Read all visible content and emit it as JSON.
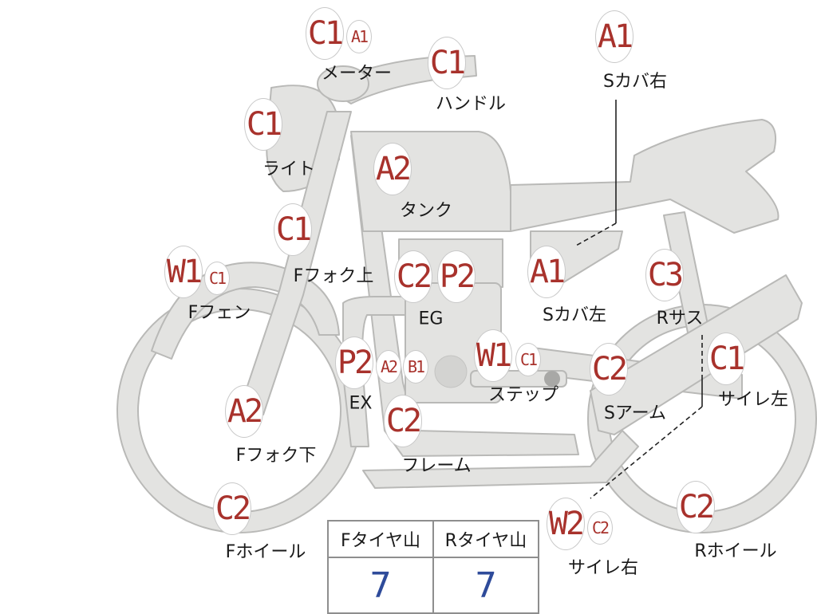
{
  "parts": [
    {
      "id": "meter",
      "label": "メーター",
      "badges": [
        {
          "grade": "C1",
          "size": "big"
        },
        {
          "grade": "A1",
          "size": "sm"
        }
      ]
    },
    {
      "id": "handle",
      "label": "ハンドル",
      "badges": [
        {
          "grade": "C1",
          "size": "big"
        }
      ]
    },
    {
      "id": "side-cover-right",
      "label": "Sカバ右",
      "badges": [
        {
          "grade": "A1",
          "size": "big"
        }
      ]
    },
    {
      "id": "light",
      "label": "ライト",
      "badges": [
        {
          "grade": "C1",
          "size": "big"
        }
      ]
    },
    {
      "id": "tank",
      "label": "タンク",
      "badges": [
        {
          "grade": "A2",
          "size": "big"
        }
      ]
    },
    {
      "id": "fork-upper",
      "label": "Fフォク上",
      "badges": [
        {
          "grade": "C1",
          "size": "big"
        }
      ]
    },
    {
      "id": "engine",
      "label": "EG",
      "badges": [
        {
          "grade": "C2",
          "size": "big"
        },
        {
          "grade": "P2",
          "size": "big"
        }
      ]
    },
    {
      "id": "side-cover-left",
      "label": "Sカバ左",
      "badges": [
        {
          "grade": "A1",
          "size": "big"
        }
      ]
    },
    {
      "id": "rear-suspension",
      "label": "Rサス",
      "badges": [
        {
          "grade": "C3",
          "size": "big"
        }
      ]
    },
    {
      "id": "front-fender",
      "label": "Fフェン",
      "badges": [
        {
          "grade": "W1",
          "size": "big"
        },
        {
          "grade": "C1",
          "size": "sm"
        }
      ]
    },
    {
      "id": "exhaust",
      "label": "EX",
      "badges": [
        {
          "grade": "P2",
          "size": "big"
        },
        {
          "grade": "A2",
          "size": "sm"
        },
        {
          "grade": "B1",
          "size": "sm"
        }
      ]
    },
    {
      "id": "step",
      "label": "ステップ",
      "badges": [
        {
          "grade": "W1",
          "size": "big"
        },
        {
          "grade": "C1",
          "size": "sm"
        }
      ]
    },
    {
      "id": "swing-arm",
      "label": "Sアーム",
      "badges": [
        {
          "grade": "C2",
          "size": "big"
        }
      ]
    },
    {
      "id": "muffler-left",
      "label": "サイレ左",
      "badges": [
        {
          "grade": "C1",
          "size": "big"
        }
      ]
    },
    {
      "id": "fork-lower",
      "label": "Fフォク下",
      "badges": [
        {
          "grade": "A2",
          "size": "big"
        }
      ]
    },
    {
      "id": "frame",
      "label": "フレーム",
      "badges": [
        {
          "grade": "C2",
          "size": "big"
        }
      ]
    },
    {
      "id": "front-wheel",
      "label": "Fホイール",
      "badges": [
        {
          "grade": "C2",
          "size": "big"
        }
      ]
    },
    {
      "id": "muffler-right",
      "label": "サイレ右",
      "badges": [
        {
          "grade": "W2",
          "size": "big"
        },
        {
          "grade": "C2",
          "size": "sm"
        }
      ]
    },
    {
      "id": "rear-wheel",
      "label": "Rホイール",
      "badges": [
        {
          "grade": "C2",
          "size": "big"
        }
      ]
    }
  ],
  "tyre_table": {
    "headers": [
      "Fタイヤ山",
      "Rタイヤ山"
    ],
    "values": [
      "7",
      "7"
    ]
  },
  "colors": {
    "grade_text": "#a8322c",
    "tyre_value": "#2e4b9a",
    "body_fill": "#e3e3e1"
  }
}
